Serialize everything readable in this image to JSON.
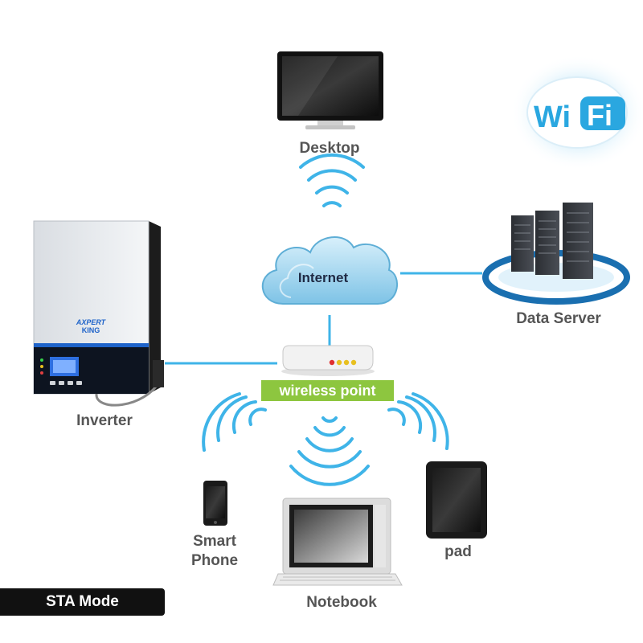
{
  "labels": {
    "desktop": "Desktop",
    "internet": "Internet",
    "data_server": "Data Server",
    "inverter": "Inverter",
    "wireless_point": "wireless point",
    "smart_phone": "Smart Phone",
    "pad": "pad",
    "notebook": "Notebook"
  },
  "mode": "STA Mode",
  "logo": {
    "wifi_left": "Wi",
    "wifi_right": "Fi"
  },
  "inverter_brand": [
    "AXPERT",
    "KING"
  ],
  "colors": {
    "signal": "#3fb4e8",
    "badge_green": "#8dc63f",
    "mode_bg": "#111111",
    "label_text": "#555555",
    "wifi_blue": "#2aa7e0"
  }
}
